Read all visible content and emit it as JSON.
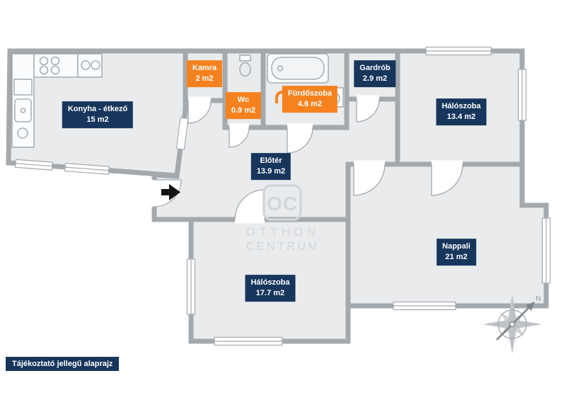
{
  "plan": {
    "disclaimer": "Tájékoztató jellegű alaprajz",
    "rooms": [
      {
        "id": "konyha",
        "name": "Konyha - étkező",
        "area": "15 m2",
        "badge": "navy"
      },
      {
        "id": "kamra",
        "name": "Kamra",
        "area": "2 m2",
        "badge": "orange"
      },
      {
        "id": "wc",
        "name": "Wc",
        "area": "0.9 m2",
        "badge": "orange"
      },
      {
        "id": "furdoszoba",
        "name": "Fürdőszoba",
        "area": "4.6 m2",
        "badge": "orange"
      },
      {
        "id": "gardrob",
        "name": "Gardrób",
        "area": "2.9 m2",
        "badge": "navy"
      },
      {
        "id": "haloszoba-1",
        "name": "Hálószoba",
        "area": "13.4 m2",
        "badge": "navy"
      },
      {
        "id": "eloter",
        "name": "Előtér",
        "area": "13.9 m2",
        "badge": "navy"
      },
      {
        "id": "haloszoba-2",
        "name": "Hálószoba",
        "area": "17.7 m2",
        "badge": "navy"
      },
      {
        "id": "nappali",
        "name": "Nappali",
        "area": "21 m2",
        "badge": "navy"
      }
    ]
  },
  "watermark": {
    "initials": "OC",
    "line1": "OTTHON",
    "line2": "CENTRUM"
  },
  "compass": {
    "label": "N"
  },
  "colors": {
    "badge_navy": "#17365c",
    "badge_orange": "#f5821f",
    "wall": "#a4a9ae",
    "room_fill": "#e9ebec",
    "watermark": "#d3d6da"
  }
}
